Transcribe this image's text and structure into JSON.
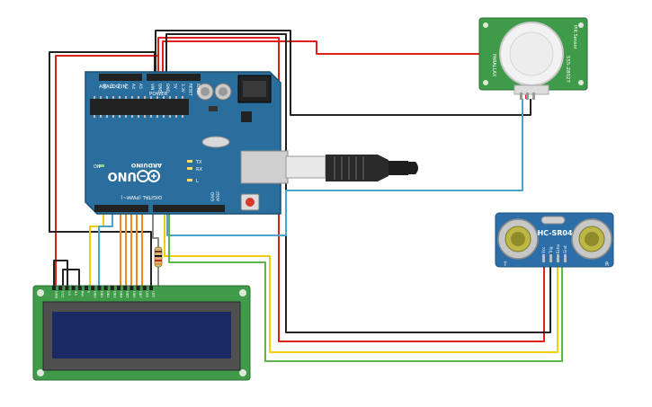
{
  "arduino": {
    "brand": "ARDUINO",
    "model": "UNO",
    "header_analog": "ANALOG IN",
    "header_power": "POWER",
    "header_digital": "DIGITAL (PWM~)",
    "analog_pins": [
      "A0",
      "A1",
      "A2",
      "A3",
      "A4",
      "A5"
    ],
    "power_pins": [
      "VIN",
      "GND",
      "GND",
      "5V",
      "3.3V",
      "RESET",
      "IOREF"
    ],
    "led_labels": [
      "TX",
      "RX",
      "L"
    ],
    "on_label": "ON",
    "aref_label": "AREF",
    "gnd_label": "GND"
  },
  "pir_sensor": {
    "model": "PIR Sensor",
    "part": "555-28027",
    "brand": "PARALLAX"
  },
  "ultrasonic_sensor": {
    "model": "HC-SR04",
    "pins": [
      "Vcc",
      "Trig",
      "Echo",
      "Gnd"
    ],
    "marker_t": "T",
    "marker_r": "R"
  },
  "lcd": {
    "pins": [
      "GND",
      "VCC",
      "V0",
      "RS",
      "RW",
      "E",
      "DB0",
      "DB1",
      "DB2",
      "DB3",
      "DB4",
      "DB5",
      "DB6",
      "DB7",
      "LED",
      "LED"
    ]
  },
  "colors": {
    "board_blue": "#2a6e9e",
    "wire_red": "#e0201b",
    "wire_black": "#222222",
    "wire_yellow": "#f2cc0c",
    "wire_green": "#5db84c",
    "wire_orange": "#f08a1c",
    "wire_blue": "#4aa3c9",
    "lcd_pcb": "#3f9a4a",
    "lcd_screen": "#1c2a63",
    "sensor_pcb": "#3f9a4a",
    "hcsr04_blue": "#2c6fa8"
  }
}
